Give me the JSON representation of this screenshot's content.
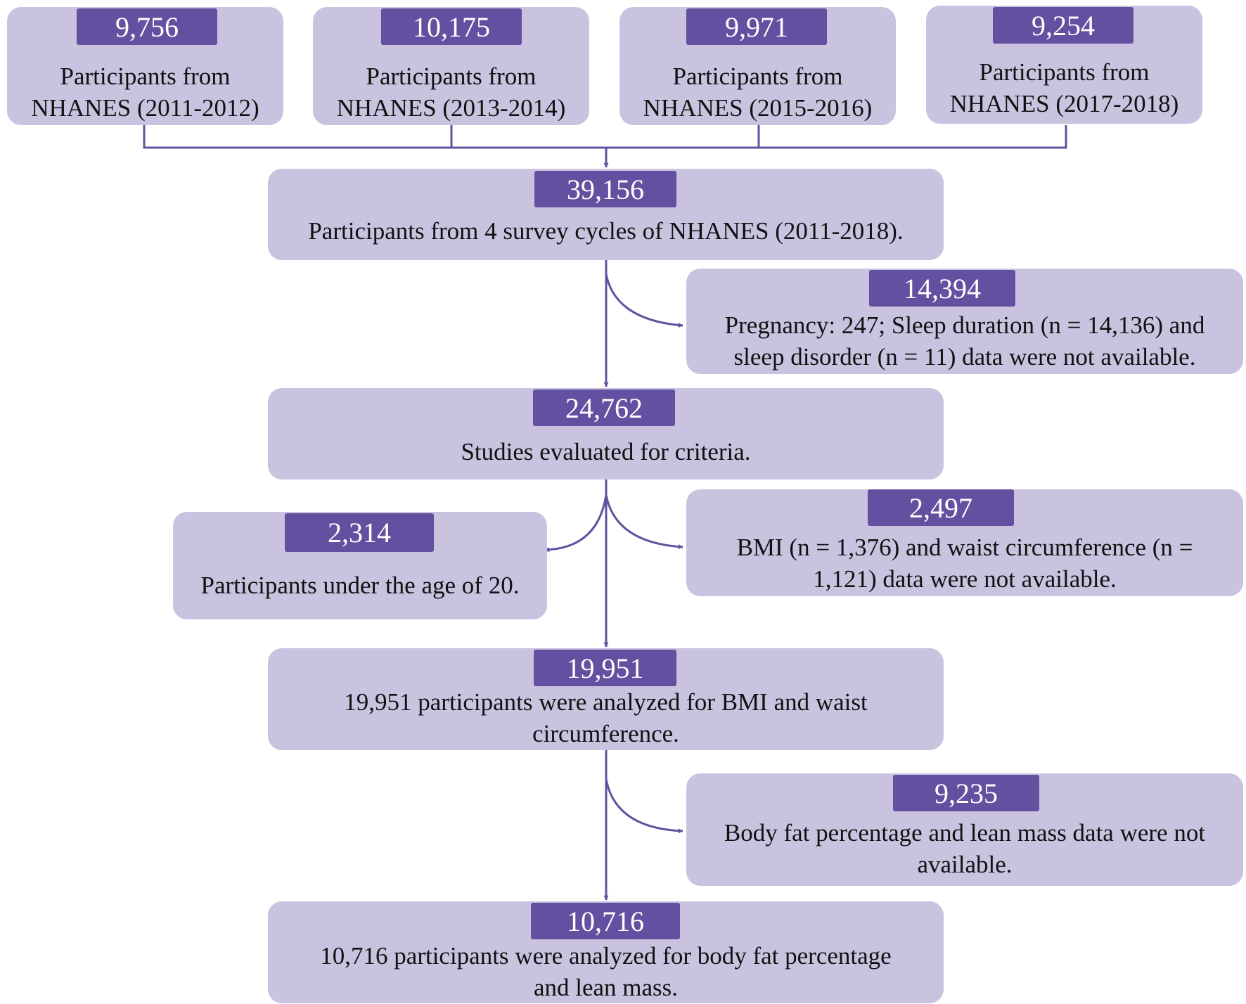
{
  "diagram": {
    "colors": {
      "box_fill": "#c9c3e0",
      "badge_fill": "#6450a0",
      "connector": "#6450a0",
      "badge_text": "#ffffff",
      "body_text": "#111111"
    },
    "cycles": [
      {
        "count": "9,756",
        "text": "Participants  from\nNHANES (2011-2012)"
      },
      {
        "count": "10,175",
        "text": "Participants  from\nNHANES (2013-2014)"
      },
      {
        "count": "9,971",
        "text": "Participants  from\nNHANES (2015-2016)"
      },
      {
        "count": "9,254",
        "text": "Participants  from\nNHANES (2017-2018)"
      }
    ],
    "combined": {
      "count": "39,156",
      "text": "Participants  from 4 survey cycles of NHANES  (2011-2018)."
    },
    "excl_1": {
      "count": "14,394",
      "text": "Pregnancy: 247; Sleep duration (n = 14,136) and\nsleep disorder (n = 11) data were not available."
    },
    "evaluated": {
      "count": "24,762",
      "text": "Studies  evaluated  for criteria."
    },
    "excl_age": {
      "count": "2,314",
      "text": "Participants under the age of 20."
    },
    "excl_bmi": {
      "count": "2,497",
      "text": "BMI  (n = 1,376)  and  waist circumference (n =\n1,121)  data were not available."
    },
    "analyzed_bmi": {
      "count": "19,951",
      "text": "19,951  participants  were  analyzed  for BMI  and waist\ncircumference."
    },
    "excl_fat": {
      "count": "9,235",
      "text": "Body fat percentage and lean mass data were not\navailable."
    },
    "analyzed_fat": {
      "count": "10,716",
      "text": "10,716  participants  were analyzed  for body fat percentage\nand lean mass."
    }
  }
}
